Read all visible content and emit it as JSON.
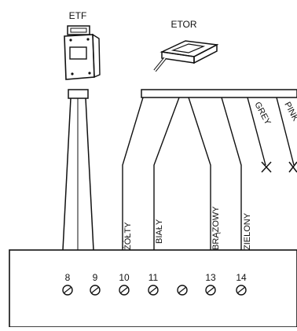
{
  "devices": {
    "etf": {
      "label": "ETF"
    },
    "etor": {
      "label": "ETOR"
    }
  },
  "wires": {
    "zolty": "ŻÓŁTY",
    "bialy": "BIAŁY",
    "brazowy": "BRĄZOWY",
    "zielony": "ZIELONY",
    "grey": "GREY",
    "pink": "PINK"
  },
  "terminals": [
    {
      "id": "t8",
      "label": "8"
    },
    {
      "id": "t9",
      "label": "9"
    },
    {
      "id": "t10",
      "label": "10"
    },
    {
      "id": "t11",
      "label": "11"
    },
    {
      "id": "t12",
      "label": ""
    },
    {
      "id": "t13",
      "label": "13"
    },
    {
      "id": "t14",
      "label": "14"
    }
  ],
  "colors": {
    "line": "#111111",
    "background": "#ffffff"
  }
}
